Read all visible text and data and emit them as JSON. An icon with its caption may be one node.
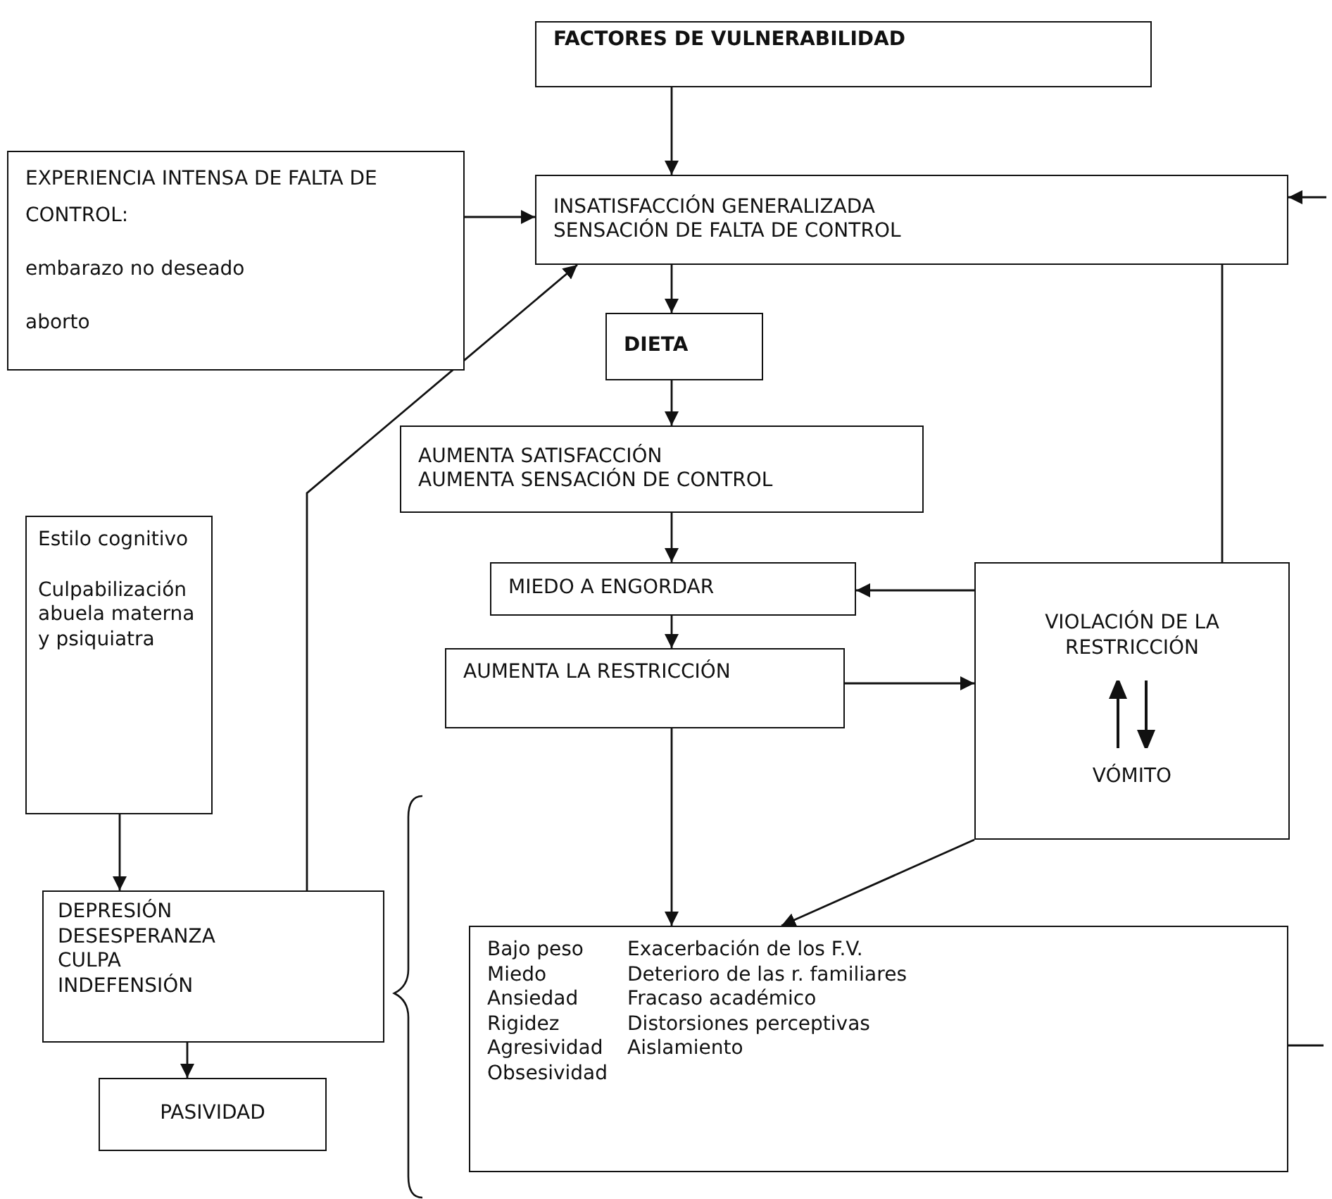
{
  "diagram": {
    "nodes": [
      {
        "text": [
          "FACTORES DE VULNERABILIDAD"
        ]
      },
      {
        "text": [
          "EXPERIENCIA INTENSA DE FALTA DE CONTROL:",
          "embarazo no deseado",
          "aborto"
        ]
      },
      {
        "text": [
          "INSATISFACCIÓN GENERALIZADA",
          "SENSACIÓN DE FALTA DE CONTROL"
        ]
      },
      {
        "text": [
          "DIETA"
        ]
      },
      {
        "text": [
          "AUMENTA SATISFACCIÓN",
          "AUMENTA SENSACIÓN DE CONTROL"
        ]
      },
      {
        "text": [
          "Estilo cognitivo",
          "Culpabilización abuela materna y psiquiatra"
        ]
      },
      {
        "text": [
          "MIEDO A ENGORDAR"
        ]
      },
      {
        "text": [
          "VIOLACIÓN DE LA RESTRICCIÓN",
          "VÓMITO"
        ]
      },
      {
        "text": [
          "AUMENTA LA RESTRICCIÓN"
        ]
      },
      {
        "text": [
          "DEPRESIÓN DESESPERANZA CULPA INDEFENSIÓN"
        ]
      },
      {
        "text": [
          "Bajo peso",
          "Miedo",
          "Ansiedad",
          "Rigidez",
          "Agresividad",
          "Obsesividad",
          "Exacerbación de los F.V.",
          "Deterioro de las r. familiares",
          "Fracaso académico",
          "Distorsiones perceptivas",
          "Aislamiento"
        ]
      },
      {
        "text": [
          "PASIVIDAD"
        ]
      }
    ],
    "edges": [
      {
        "from": 0,
        "to": 2,
        "arrow": "to"
      },
      {
        "from": 1,
        "to": 2,
        "arrow": "to"
      },
      {
        "from": 2,
        "to": 3,
        "arrow": "to"
      },
      {
        "from": 3,
        "to": 4,
        "arrow": "to"
      },
      {
        "from": 4,
        "to": 6,
        "arrow": "to"
      },
      {
        "from": 6,
        "to": 8,
        "arrow": "to"
      },
      {
        "from": 8,
        "to": 7,
        "arrow": "to"
      },
      {
        "from": 7,
        "to": 6,
        "arrow": "to"
      },
      {
        "from": 7,
        "to": 2,
        "arrow": "to"
      },
      {
        "from": 7,
        "to": 10,
        "arrow": "to"
      },
      {
        "from": 8,
        "to": 10,
        "arrow": "to"
      },
      {
        "from": 5,
        "to": 9,
        "arrow": "to"
      },
      {
        "from": 9,
        "to": 2,
        "arrow": "to"
      },
      {
        "from": 9,
        "to": 11,
        "arrow": "to"
      },
      {
        "from": 10,
        "to": null,
        "arrow": "none"
      },
      {
        "from": null,
        "to": 2,
        "arrow": "to"
      }
    ]
  }
}
